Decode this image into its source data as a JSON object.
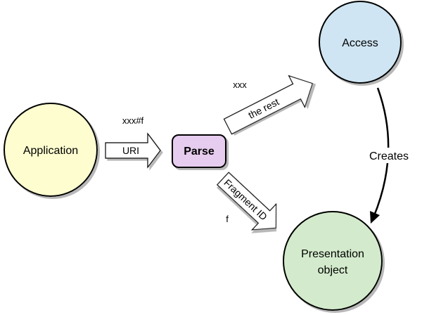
{
  "nodes": {
    "application": {
      "label": "Application",
      "fill": "#fdfdd0"
    },
    "parse": {
      "label": "Parse",
      "fill": "#e6ccee"
    },
    "access": {
      "label": "Access",
      "fill": "#cfe5f3"
    },
    "presentation": {
      "line1": "Presentation",
      "line2": "object",
      "fill": "#d3ebcc"
    }
  },
  "arrows": {
    "uri": {
      "label": "URI",
      "note": "xxx#f"
    },
    "the_rest": {
      "label": "the rest",
      "note": "xxx"
    },
    "fragment_id": {
      "label": "Fragment ID",
      "note": "f"
    },
    "creates": {
      "label": "Creates"
    }
  }
}
